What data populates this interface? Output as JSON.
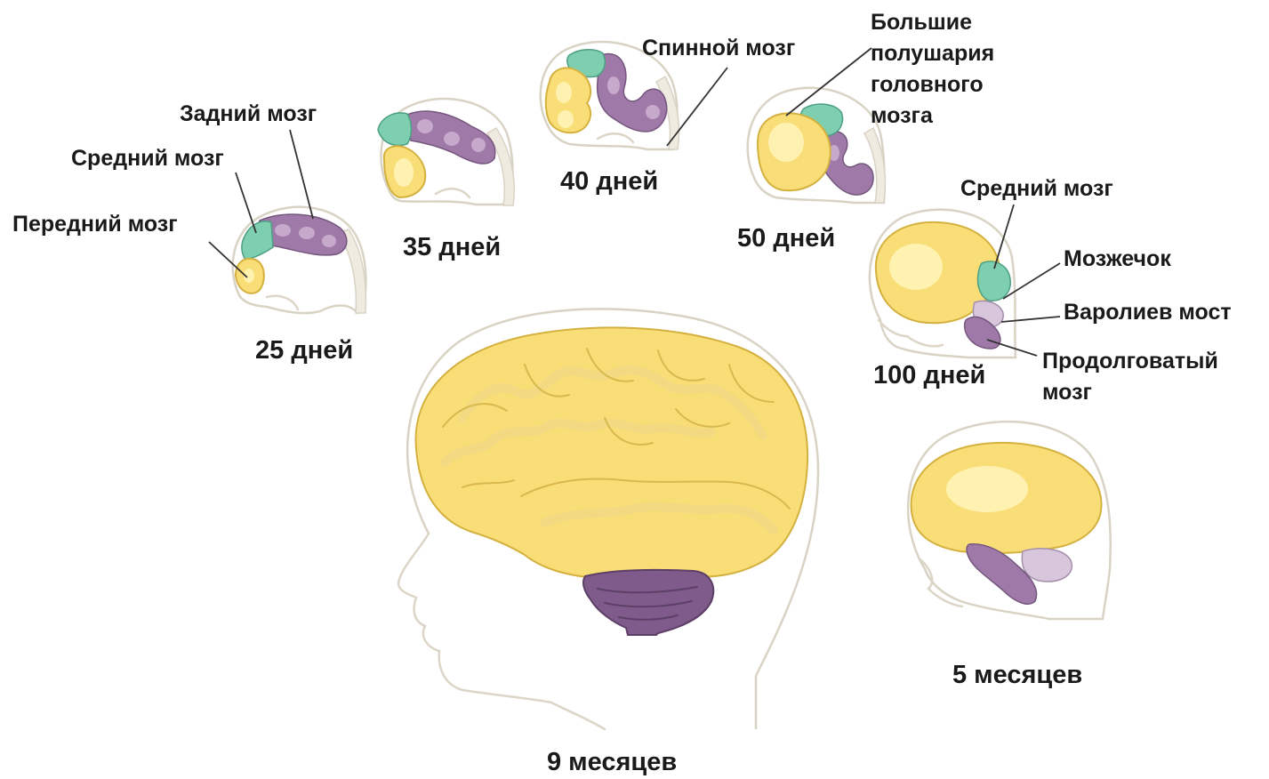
{
  "ages": {
    "d25": "25 дней",
    "d35": "35 дней",
    "d40": "40 дней",
    "d50": "50 дней",
    "d100": "100 дней",
    "m5": "5 месяцев",
    "m9": "9 месяцев"
  },
  "labels": {
    "hindbrain": "Задний мозг",
    "midbrain_25": "Средний мозг",
    "forebrain": "Передний мозг",
    "spinal_cord": "Спинной мозг",
    "hemispheres": [
      "Большие",
      "полушария",
      "головного",
      "мозга"
    ],
    "midbrain_100": "Средний мозг",
    "cerebellum": "Мозжечок",
    "pons": "Варолиев мост",
    "medulla": [
      "Продолговатый",
      "мозг"
    ]
  },
  "colors": {
    "forebrain": "#f9de78",
    "midbrain": "#7dcfb0",
    "hindbrain": "#9f7aa8",
    "outline": "#d9d3c6",
    "text": "#1a1a1a"
  }
}
